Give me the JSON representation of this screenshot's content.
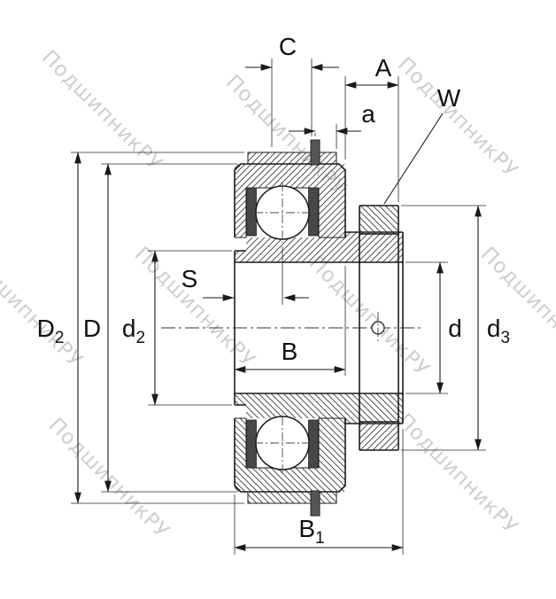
{
  "watermark": {
    "text": "ПодшипникРУ"
  },
  "labels": {
    "C": "C",
    "A": "A",
    "a": "a",
    "W": "W",
    "S": "S",
    "B": "B",
    "B1": {
      "main": "B",
      "sub": "1"
    },
    "D2": {
      "main": "D",
      "sub": "2"
    },
    "D": "D",
    "d2": {
      "main": "d",
      "sub": "2"
    },
    "d": "d",
    "d3": {
      "main": "d",
      "sub": "3"
    }
  },
  "colors": {
    "line": "#1a1a1a",
    "hatch": "#3c3c3c",
    "seal": "#474747",
    "pin": "#565656",
    "watermark": "#b5b5b5",
    "background": "#ffffff"
  }
}
